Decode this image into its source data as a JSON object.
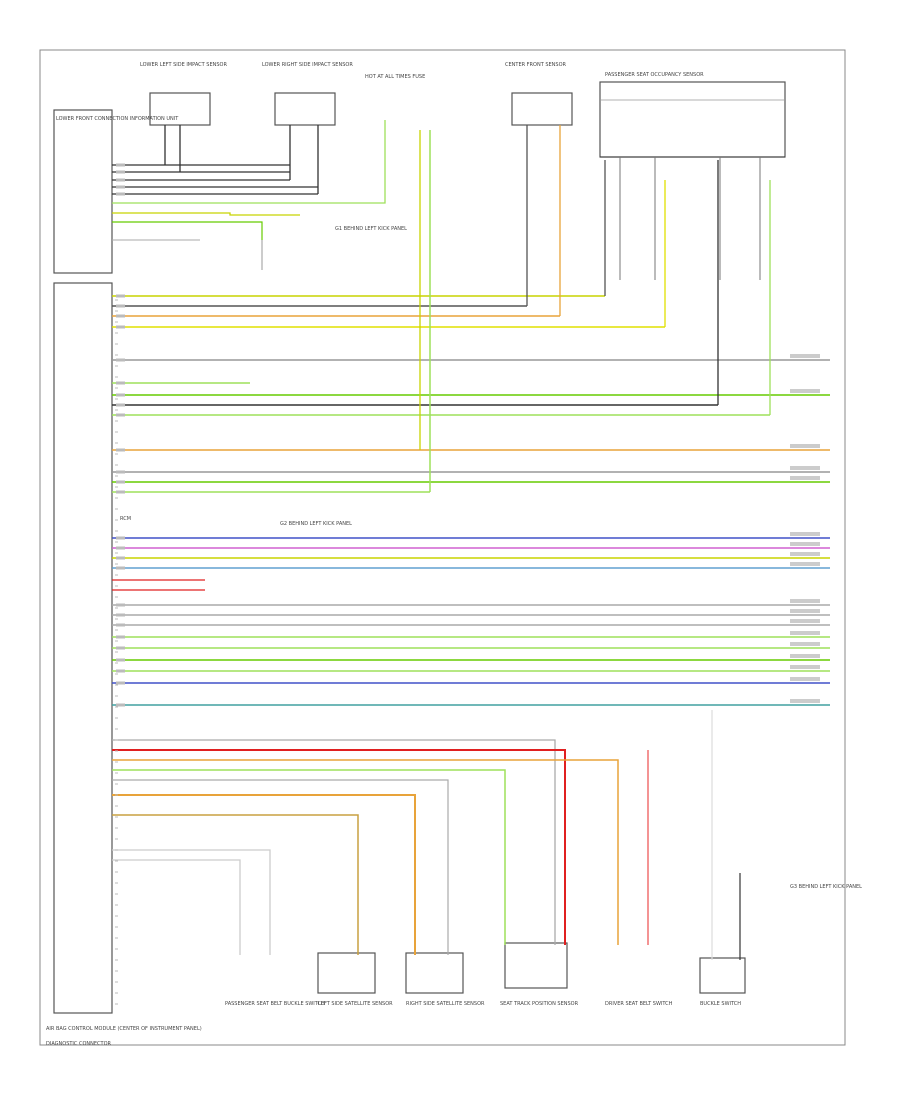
{
  "title": "AIR BAG SYSTEM",
  "colors": {
    "frame": "#888888",
    "blk": "#333333",
    "gry": "#555555",
    "yel": "#c8d400",
    "ylw2": "#e0e000",
    "grn": "#66cc00",
    "lgrn": "#9ee05a",
    "org": "#e8a33a",
    "blu": "#4050c8",
    "vio": "#d060d0",
    "red": "#e02020",
    "pnk": "#f07070",
    "lblu": "#60a0d0",
    "cyan": "#40a0a0",
    "wht": "#bbbbbb",
    "brn": "#c8a040"
  },
  "components": {
    "lf_door": "LOWER FRONT CONNECTION INFORMATION UNIT",
    "lf_dr_sensor": "LOWER LEFT SIDE IMPACT SENSOR",
    "rf_dr_sensor": "LOWER RIGHT SIDE IMPACT SENSOR",
    "fuse": "HOT AT ALL TIMES FUSE",
    "center_sensor": "CENTER FRONT SENSOR",
    "seat_switch": "PASSENGER SEAT OCCUPANCY SENSOR",
    "control_module": "AIR BAG CONTROL MODULE (CENTER OF INSTRUMENT PANEL)",
    "module_label": "RCM",
    "ground_note_1": "G1 BEHIND LEFT KICK PANEL",
    "ground_note_2": "G2 BEHIND LEFT KICK PANEL",
    "ground_note_3": "G3 BEHIND LEFT KICK PANEL",
    "buckle_pass": "PASSENGER SEAT BELT BUCKLE SWITCH",
    "side_sensor_l": "LEFT SIDE SATELLITE SENSOR",
    "side_sensor_r": "RIGHT SIDE SATELLITE SENSOR",
    "seat_track": "SEAT TRACK POSITION SENSOR",
    "driver_buckle": "DRIVER SEAT BELT SWITCH",
    "buckle_switch": "BUCKLE SWITCH",
    "footnote": "DIAGNOSTIC CONNECTOR"
  }
}
